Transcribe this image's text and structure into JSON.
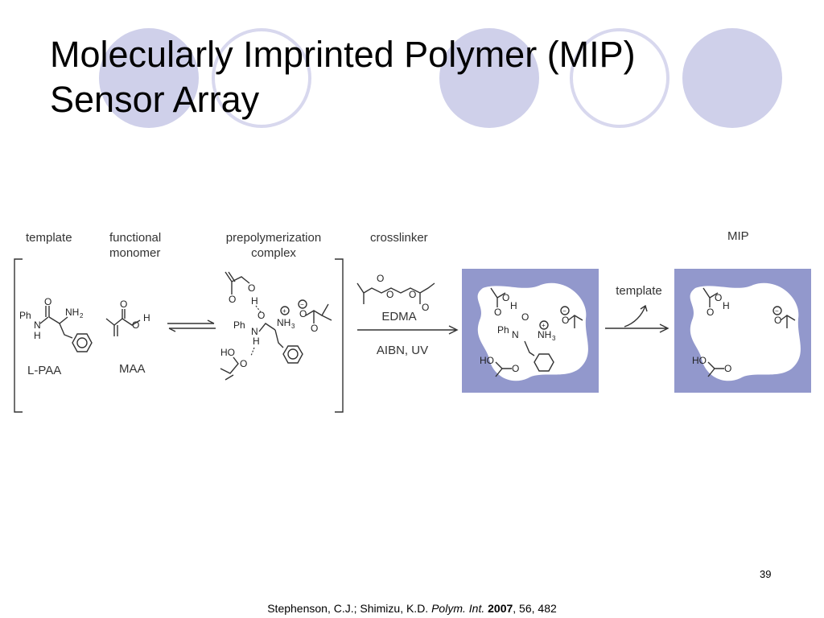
{
  "slide": {
    "title_line1": "Molecularly Imprinted Polymer (MIP)",
    "title_line2": "Sensor Array",
    "page_number": "39",
    "citation": {
      "authors": "Stephenson, C.J.; Shimizu, K.D. ",
      "journal": "Polym. Int.",
      "year": "2007",
      "rest": ", 56, 482"
    }
  },
  "colors": {
    "circle_fill": "#cfd0ea",
    "circle_ring": "#d8d8ee",
    "mip_block": "#9298cc",
    "cavity": "#ffffff"
  },
  "scheme": {
    "headers": {
      "template": "template",
      "functional_1": "functional",
      "functional_2": "monomer",
      "prepoly_1": "prepolymerization",
      "prepoly_2": "complex",
      "crosslinker": "crosslinker",
      "mip": "MIP"
    },
    "labels": {
      "l_paa": "L-PAA",
      "maa": "MAA",
      "edma": "EDMA",
      "conditions": "AIBN, UV",
      "template_removal": "template"
    },
    "atoms": {
      "ph": "Ph",
      "n": "N",
      "h": "H",
      "nh": "NH",
      "sub2": "2",
      "sub3": "3",
      "o": "O",
      "ho": "HO",
      "plus": "+",
      "minus": "−"
    }
  }
}
